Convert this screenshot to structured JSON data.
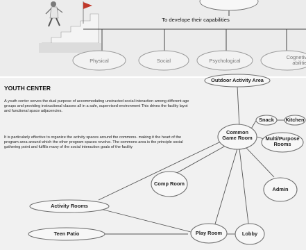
{
  "top": {
    "heading": "To develope their capabilities",
    "capabilities": [
      "Physical",
      "Social",
      "Psychological",
      "Cognetive abilities"
    ]
  },
  "youth_center": {
    "title": "YOUTH CENTER",
    "paragraph_1": "A youth  center serves the dual purpose  of  accommodating unstructed  social interaction among different age groups and providing  instructional  classes all in a safe, supervised environment This  drives the  facility  layot and functional space adjacencies.",
    "paragraph_2": "It  is particularly  effective  to  organize the activity spaces around the commons- making it  the heart of the program area around which  the  other program spaces revolve.  The  commons  area is the  principle  social gathering point and fulfills many of the social interaction  goals of the facility"
  },
  "bubbles": {
    "outdoor": "Outdoor Activity Area",
    "common_line1": "Common",
    "common_line2": "Game Room",
    "snack": "Snack",
    "kitchen": "Kitchen",
    "multi_line1": "Multi/Purpose",
    "multi_line2": "Rooms",
    "admin": "Admin",
    "comp": "Comp Room",
    "activity": "Activity Rooms",
    "teen": "Teen Patio",
    "play": "Play Room",
    "lobby": "Lobby"
  },
  "colors": {
    "line": "#555555",
    "bubble_fill": "#f7f7f7",
    "bubble_stroke": "#6f6f6f",
    "top_bg": "#ececec",
    "bottom_bg": "#f1f1f1"
  }
}
